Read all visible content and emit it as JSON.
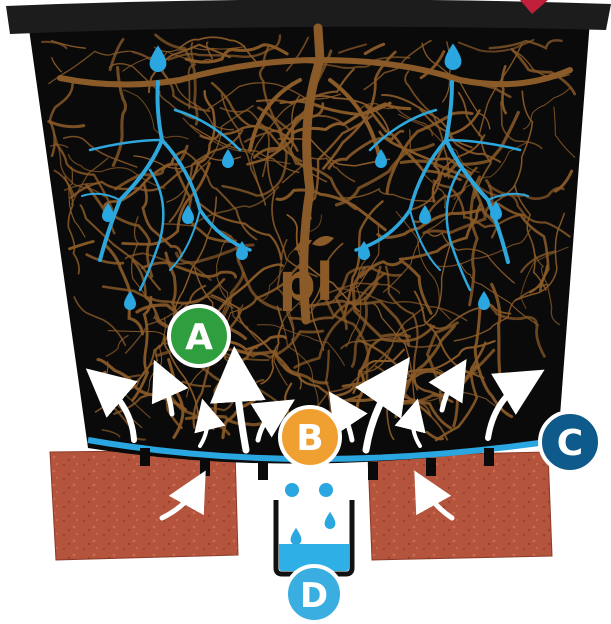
{
  "diagram": {
    "logo_text": "pl",
    "badges": [
      {
        "id": "A",
        "label": "A",
        "color": "#2e9e3e"
      },
      {
        "id": "B",
        "label": "B",
        "color": "#f0a030"
      },
      {
        "id": "C",
        "label": "C",
        "color": "#0e5a8a"
      },
      {
        "id": "D",
        "label": "D",
        "color": "#3aaee0"
      }
    ],
    "colors": {
      "pot": "#0a0a0a",
      "roots": "#8a5a28",
      "water_roots": "#2ea8dc",
      "water_drop": "#2aa7e0",
      "brick": "#b4543c",
      "air_arrow": "#ffffff",
      "reservoir_water": "#2eb0e6"
    }
  }
}
